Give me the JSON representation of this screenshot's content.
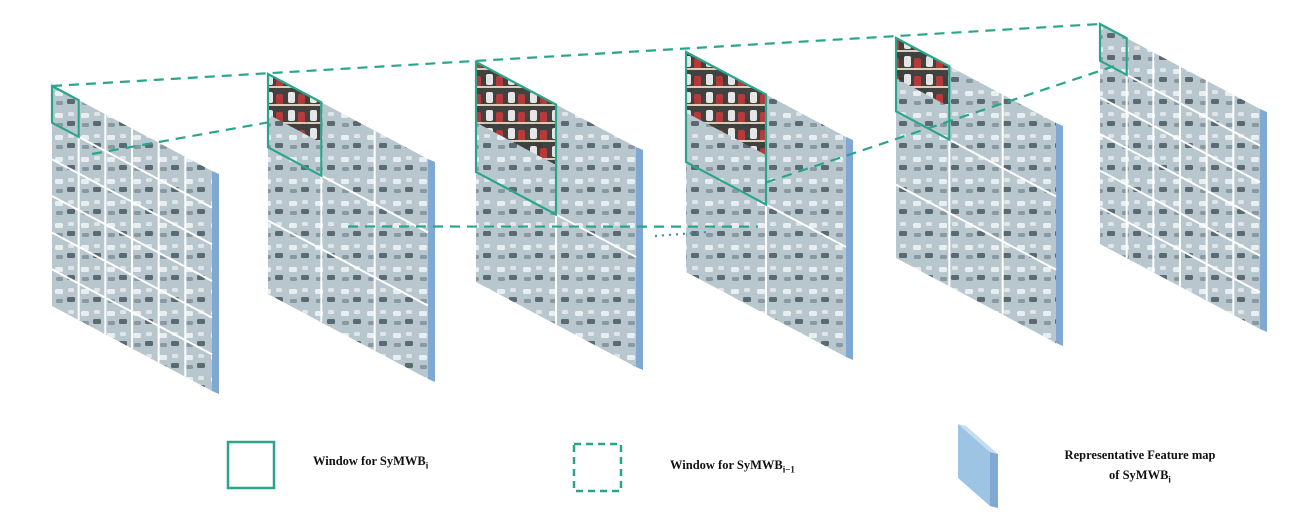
{
  "colors": {
    "window": "#2aa58c",
    "feature_map": "#9ec4e4",
    "feature_map_edge": "#7fa9d2",
    "grid_line": "#ffffff",
    "image_base": "#b9c7cf"
  },
  "feature_maps": [
    {
      "grid": 6,
      "solid_window": "top-left"
    },
    {
      "grid": 3,
      "solid_window": "top-left"
    },
    {
      "grid": 2,
      "solid_window": "top-left"
    },
    {
      "grid": 2,
      "solid_window": "top-left"
    },
    {
      "grid": 3,
      "solid_window": "top-left"
    },
    {
      "grid": 6,
      "solid_window": "top-left"
    }
  ],
  "legend": {
    "solid_window": {
      "prefix": "Window for SyMWB",
      "sub": "i"
    },
    "dashed_window": {
      "prefix": "Window for SyMWB",
      "sub": "i−1"
    },
    "feature_map": {
      "line1": "Representative Feature map",
      "line2_prefix": "of SyMWB",
      "line2_sub": "i"
    }
  }
}
